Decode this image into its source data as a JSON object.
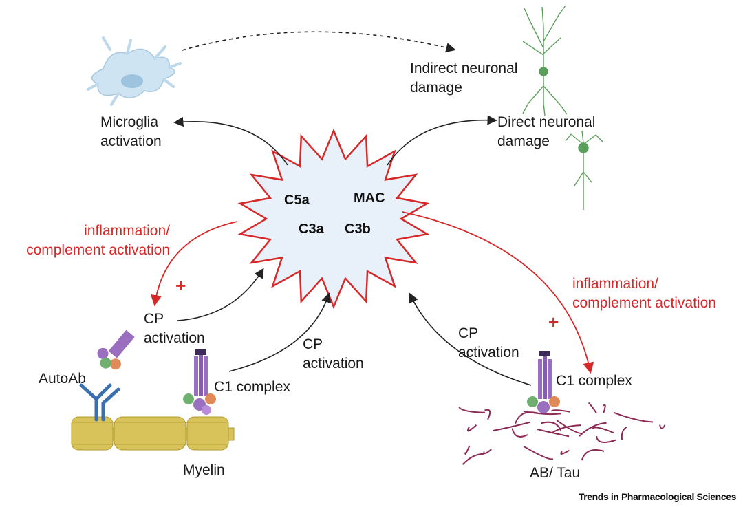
{
  "core": {
    "c5a": "C5a",
    "mac": "MAC",
    "c3a": "C3a",
    "c3b": "C3b"
  },
  "labels": {
    "microglia_line1": "Microglia",
    "microglia_line2": "activation",
    "indirect_line1": "Indirect neuronal",
    "indirect_line2": "damage",
    "direct_line1": "Direct neuronal",
    "direct_line2": "damage",
    "inflam_left_line1": "inflammation/",
    "inflam_left_line2": "complement activation",
    "inflam_right_line1": "inflammation/",
    "inflam_right_line2": "complement activation",
    "cp_left_line1": "CP",
    "cp_left_line2": "activation",
    "cp_mid_line1": "CP",
    "cp_mid_line2": "activation",
    "cp_right_line1": "CP",
    "cp_right_line2": "activation",
    "autoab": "AutoAb",
    "c1_left": "C1 complex",
    "c1_right": "C1 complex",
    "myelin": "Myelin",
    "ab_tau": "AB/ Tau",
    "plus_left": "+",
    "plus_right": "+"
  },
  "source": "Trends in Pharmacological Sciences",
  "colors": {
    "starburst_fill": "#e8f1fa",
    "starburst_stroke": "#d62828",
    "red_arrow": "#d62828",
    "black_arrow": "#222222",
    "microglia": "#cfe4f2",
    "neuron": "#5aa05a",
    "c1_complex": "#9b6fc0",
    "antibody": "#3a6fb0",
    "myelin": "#d8c25a",
    "plaque": "#8b2a55"
  }
}
